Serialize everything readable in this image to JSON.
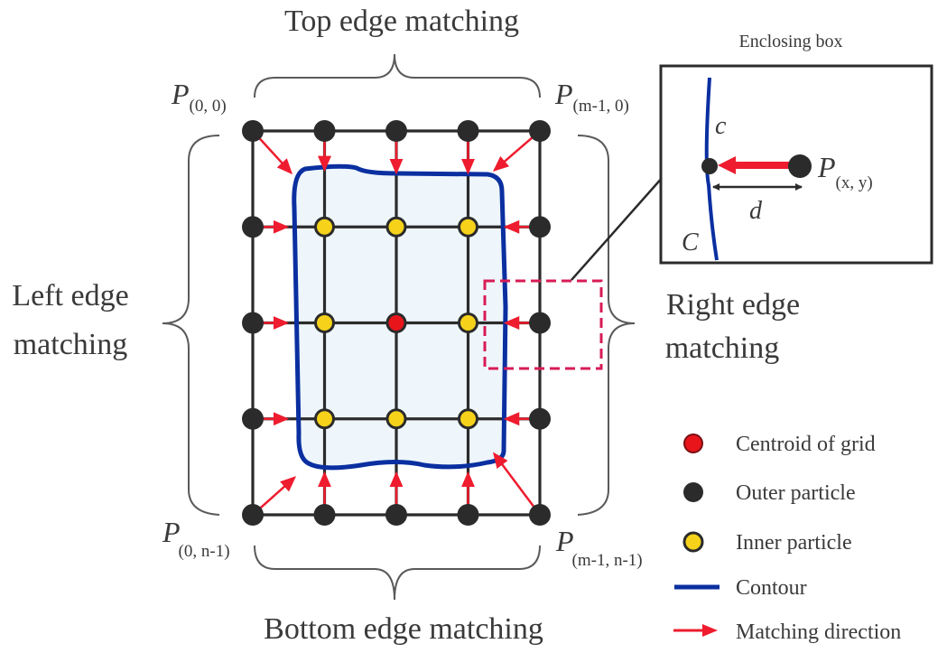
{
  "diagram": {
    "labels": {
      "top": "Top edge matching",
      "bottom": "Bottom edge matching",
      "left_line1": "Left edge",
      "left_line2": "matching",
      "right_line1": "Right edge",
      "right_line2": "matching"
    },
    "corner_points": {
      "top_left": {
        "symbol": "P",
        "subscript": "(0, 0)"
      },
      "top_right": {
        "symbol": "P",
        "subscript": "(m-1, 0)"
      },
      "bottom_left": {
        "symbol": "P",
        "subscript": "(0, n-1)"
      },
      "bottom_right": {
        "symbol": "P",
        "subscript": "(m-1, n-1)"
      }
    },
    "grid": {
      "columns": 5,
      "rows": 5,
      "centroid": [
        2,
        2
      ],
      "arrow_targets": [
        [
          [
            0.55,
            0.45
          ],
          [
            1,
            0.42
          ],
          [
            2,
            0.45
          ],
          [
            3,
            0.45
          ],
          [
            3.35,
            0.42
          ]
        ],
        [
          [
            0.5,
            1
          ],
          null,
          null,
          null,
          [
            3.5,
            1
          ]
        ],
        [
          [
            0.5,
            2
          ],
          null,
          null,
          null,
          [
            3.5,
            2
          ]
        ],
        [
          [
            0.5,
            3
          ],
          null,
          null,
          null,
          [
            3.5,
            3
          ]
        ],
        [
          [
            0.6,
            3.6
          ],
          [
            1,
            3.55
          ],
          [
            2,
            3.55
          ],
          [
            3,
            3.55
          ],
          [
            3.35,
            3.35
          ]
        ]
      ]
    },
    "inset": {
      "title": "Enclosing box",
      "contour_point_label": "c",
      "contour_label": "C",
      "distance_label": "d",
      "particle": {
        "symbol": "P",
        "subscript": "(x, y)"
      }
    },
    "legend": [
      {
        "type": "centroid",
        "label": "Centroid of grid"
      },
      {
        "type": "outer",
        "label": "Outer particle"
      },
      {
        "type": "inner",
        "label": "Inner particle"
      },
      {
        "type": "contour",
        "label": "Contour"
      },
      {
        "type": "arrow",
        "label": "Matching direction"
      }
    ],
    "colors": {
      "outer_particle": "#2b2b2b",
      "inner_particle": "#f6d21a",
      "centroid": "#e8151b",
      "contour": "#0a2fa0",
      "contour_fill": "#eef6fc",
      "arrow": "#ee1c2e",
      "highlight_box": "#d81b55",
      "grid_line": "#2b2b2b"
    }
  }
}
